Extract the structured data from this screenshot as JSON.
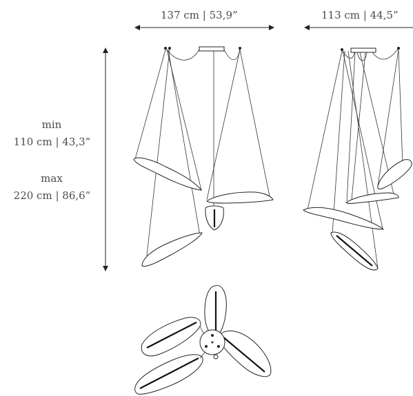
{
  "dimensions": {
    "width_front": "137 cm | 53,9”",
    "width_side": "113 cm | 44,5”",
    "height_min_label": "min",
    "height_min_value": "110 cm | 43,3”",
    "height_max_label": "max",
    "height_max_value": "220 cm | 86,6”"
  },
  "colors": {
    "line": "#222222",
    "text": "#4a4a4a"
  }
}
